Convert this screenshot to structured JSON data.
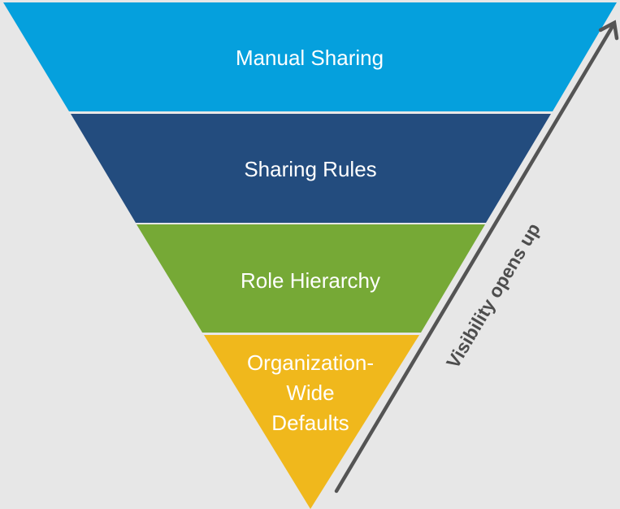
{
  "diagram": {
    "title": "Salesforce record sharing layers",
    "background": "#e7e7e7",
    "layers": [
      {
        "label": "Manual Sharing",
        "color": "#05a0dd"
      },
      {
        "label": "Sharing Rules",
        "color": "#234c7e"
      },
      {
        "label": "Role Hierarchy",
        "color": "#76a936"
      },
      {
        "label": "Organization-\nWide\nDefaults",
        "lines": [
          "Organization-",
          "Wide",
          "Defaults"
        ],
        "color": "#f0b81c"
      }
    ],
    "arrow": {
      "label": "Visibility opens up",
      "direction": "up",
      "color": "#545454"
    }
  }
}
